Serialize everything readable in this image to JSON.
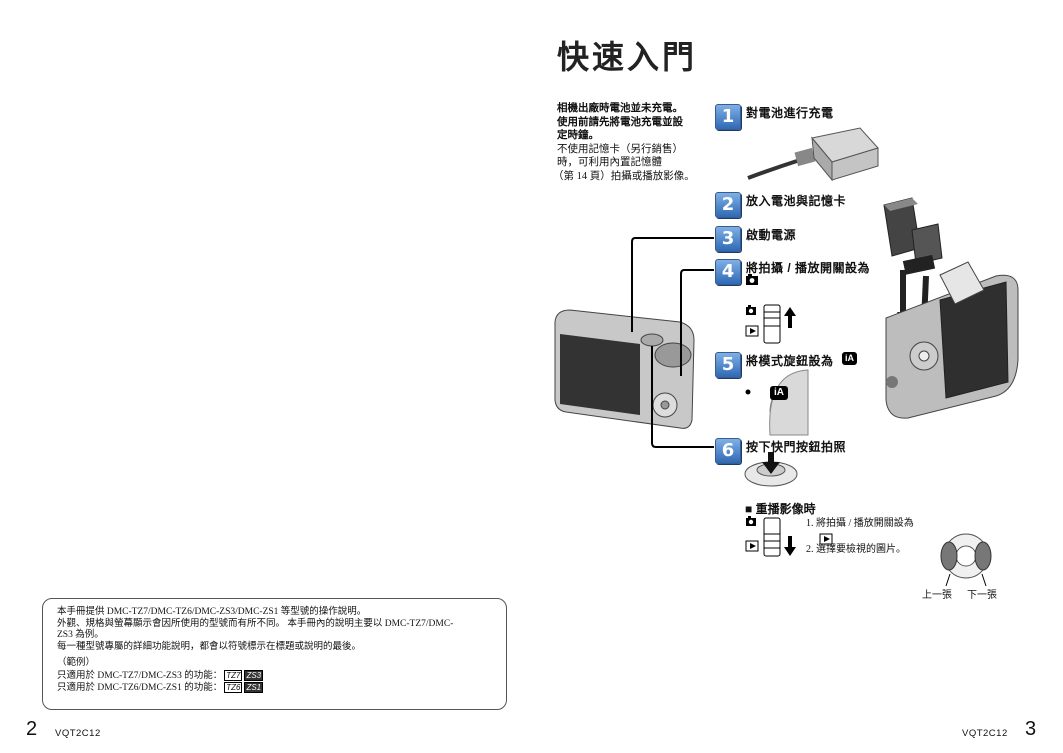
{
  "page_title": "快速入門",
  "intro": {
    "line1": "相機出廠時電池並未充電。",
    "line2": "使用前請先將電池充電並設",
    "line3": "定時鐘。",
    "line4": "不使用記憶卡（另行銷售）",
    "line5": "時，可利用內置記憶體",
    "line6": "（第 14 頁）拍攝或播放影像。"
  },
  "steps": [
    {
      "num": "1",
      "label": "對電池進行充電"
    },
    {
      "num": "2",
      "label": "放入電池與記憶卡"
    },
    {
      "num": "3",
      "label": "啟動電源"
    },
    {
      "num": "4",
      "label": "將拍攝 / 播放開關設為"
    },
    {
      "num": "5",
      "label": "將模式旋鈕設為"
    },
    {
      "num": "6",
      "label": "按下快門按鈕拍照"
    }
  ],
  "replay": {
    "title": "■ 重播影像時",
    "item1": "1. 將拍攝 / 播放開關設為",
    "item2": "2. 選擇要檢視的圖片。",
    "prev_label": "上一張",
    "next_label": "下一張"
  },
  "dial_label": "iA",
  "note": {
    "line1": "本手冊提供 DMC-TZ7/DMC-TZ6/DMC-ZS3/DMC-ZS1 等型號的操作說明。",
    "line2": "外觀、規格與螢幕顯示會因所使用的型號而有所不同。 本手冊內的說明主要以 DMC-TZ7/DMC-",
    "line3": "ZS3 為例。",
    "line4": "每一種型號專屬的詳細功能說明，都會以符號標示在標題或說明的最後。",
    "line5": "（範例）",
    "line6": "只適用於 DMC-TZ7/DMC-ZS3 的功能：",
    "line7": "只適用於 DMC-TZ6/DMC-ZS1 的功能：",
    "tags_a": [
      "TZ7",
      "ZS3"
    ],
    "tags_b": [
      "TZ6",
      "ZS1"
    ]
  },
  "footer": {
    "left_page": "2",
    "left_code": "VQT2C12",
    "right_code": "VQT2C12",
    "right_page": "3"
  }
}
